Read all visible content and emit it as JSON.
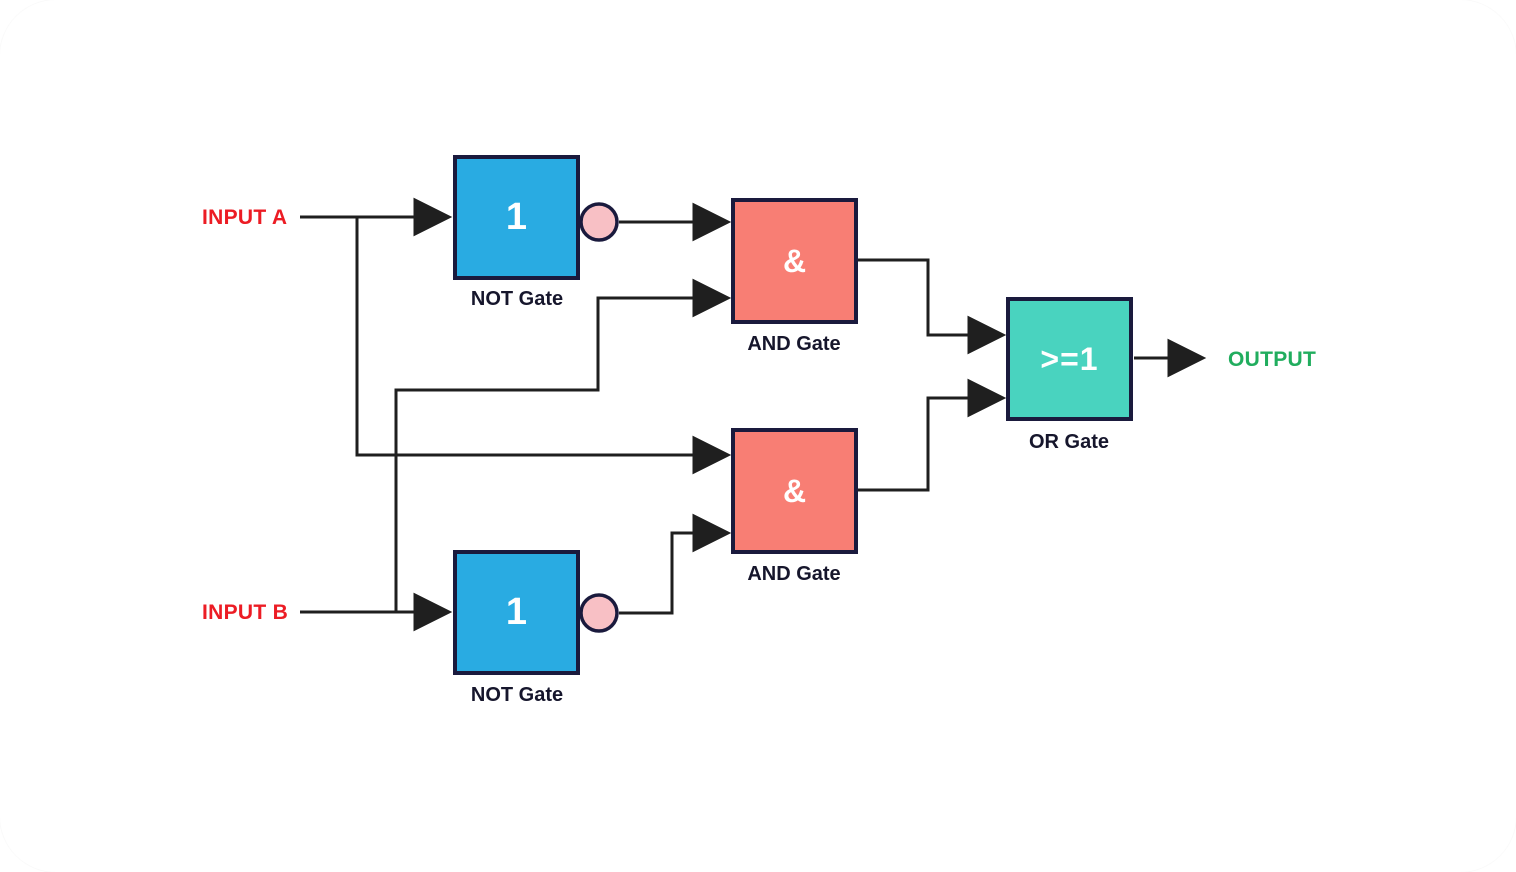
{
  "diagram": {
    "type": "logic-circuit",
    "description": "XOR circuit built from two NOT gates, two AND gates and one OR gate",
    "inputs": [
      {
        "label": "INPUT A"
      },
      {
        "label": "INPUT B"
      }
    ],
    "output": {
      "label": "OUTPUT"
    },
    "gates": [
      {
        "id": "not-a",
        "type": "NOT",
        "symbol": "1",
        "label": "NOT Gate"
      },
      {
        "id": "not-b",
        "type": "NOT",
        "symbol": "1",
        "label": "NOT Gate"
      },
      {
        "id": "and-top",
        "type": "AND",
        "symbol": "&",
        "label": "AND Gate"
      },
      {
        "id": "and-bottom",
        "type": "AND",
        "symbol": "&",
        "label": "AND Gate"
      },
      {
        "id": "or",
        "type": "OR",
        "symbol": ">=1",
        "label": "OR Gate"
      }
    ],
    "connections": [
      "INPUT A -> NOT(top)",
      "INPUT A -> AND(bottom) top input",
      "INPUT B -> NOT(bottom)",
      "INPUT B -> AND(top) bottom input",
      "NOT(top) -> AND(top) top input",
      "NOT(bottom) -> AND(bottom) bottom input",
      "AND(top) -> OR top input",
      "AND(bottom) -> OR bottom input",
      "OR -> OUTPUT"
    ]
  },
  "theme": {
    "wire": "#1f1f1f",
    "border": "#1a1a3d",
    "blue": "#29abe2",
    "coral": "#f87e74",
    "teal": "#49d3bf",
    "pink": "#f8c0c5",
    "red": "#ec1c24",
    "green": "#21ad5e",
    "label": "#16162c",
    "card": "#ffffff"
  }
}
